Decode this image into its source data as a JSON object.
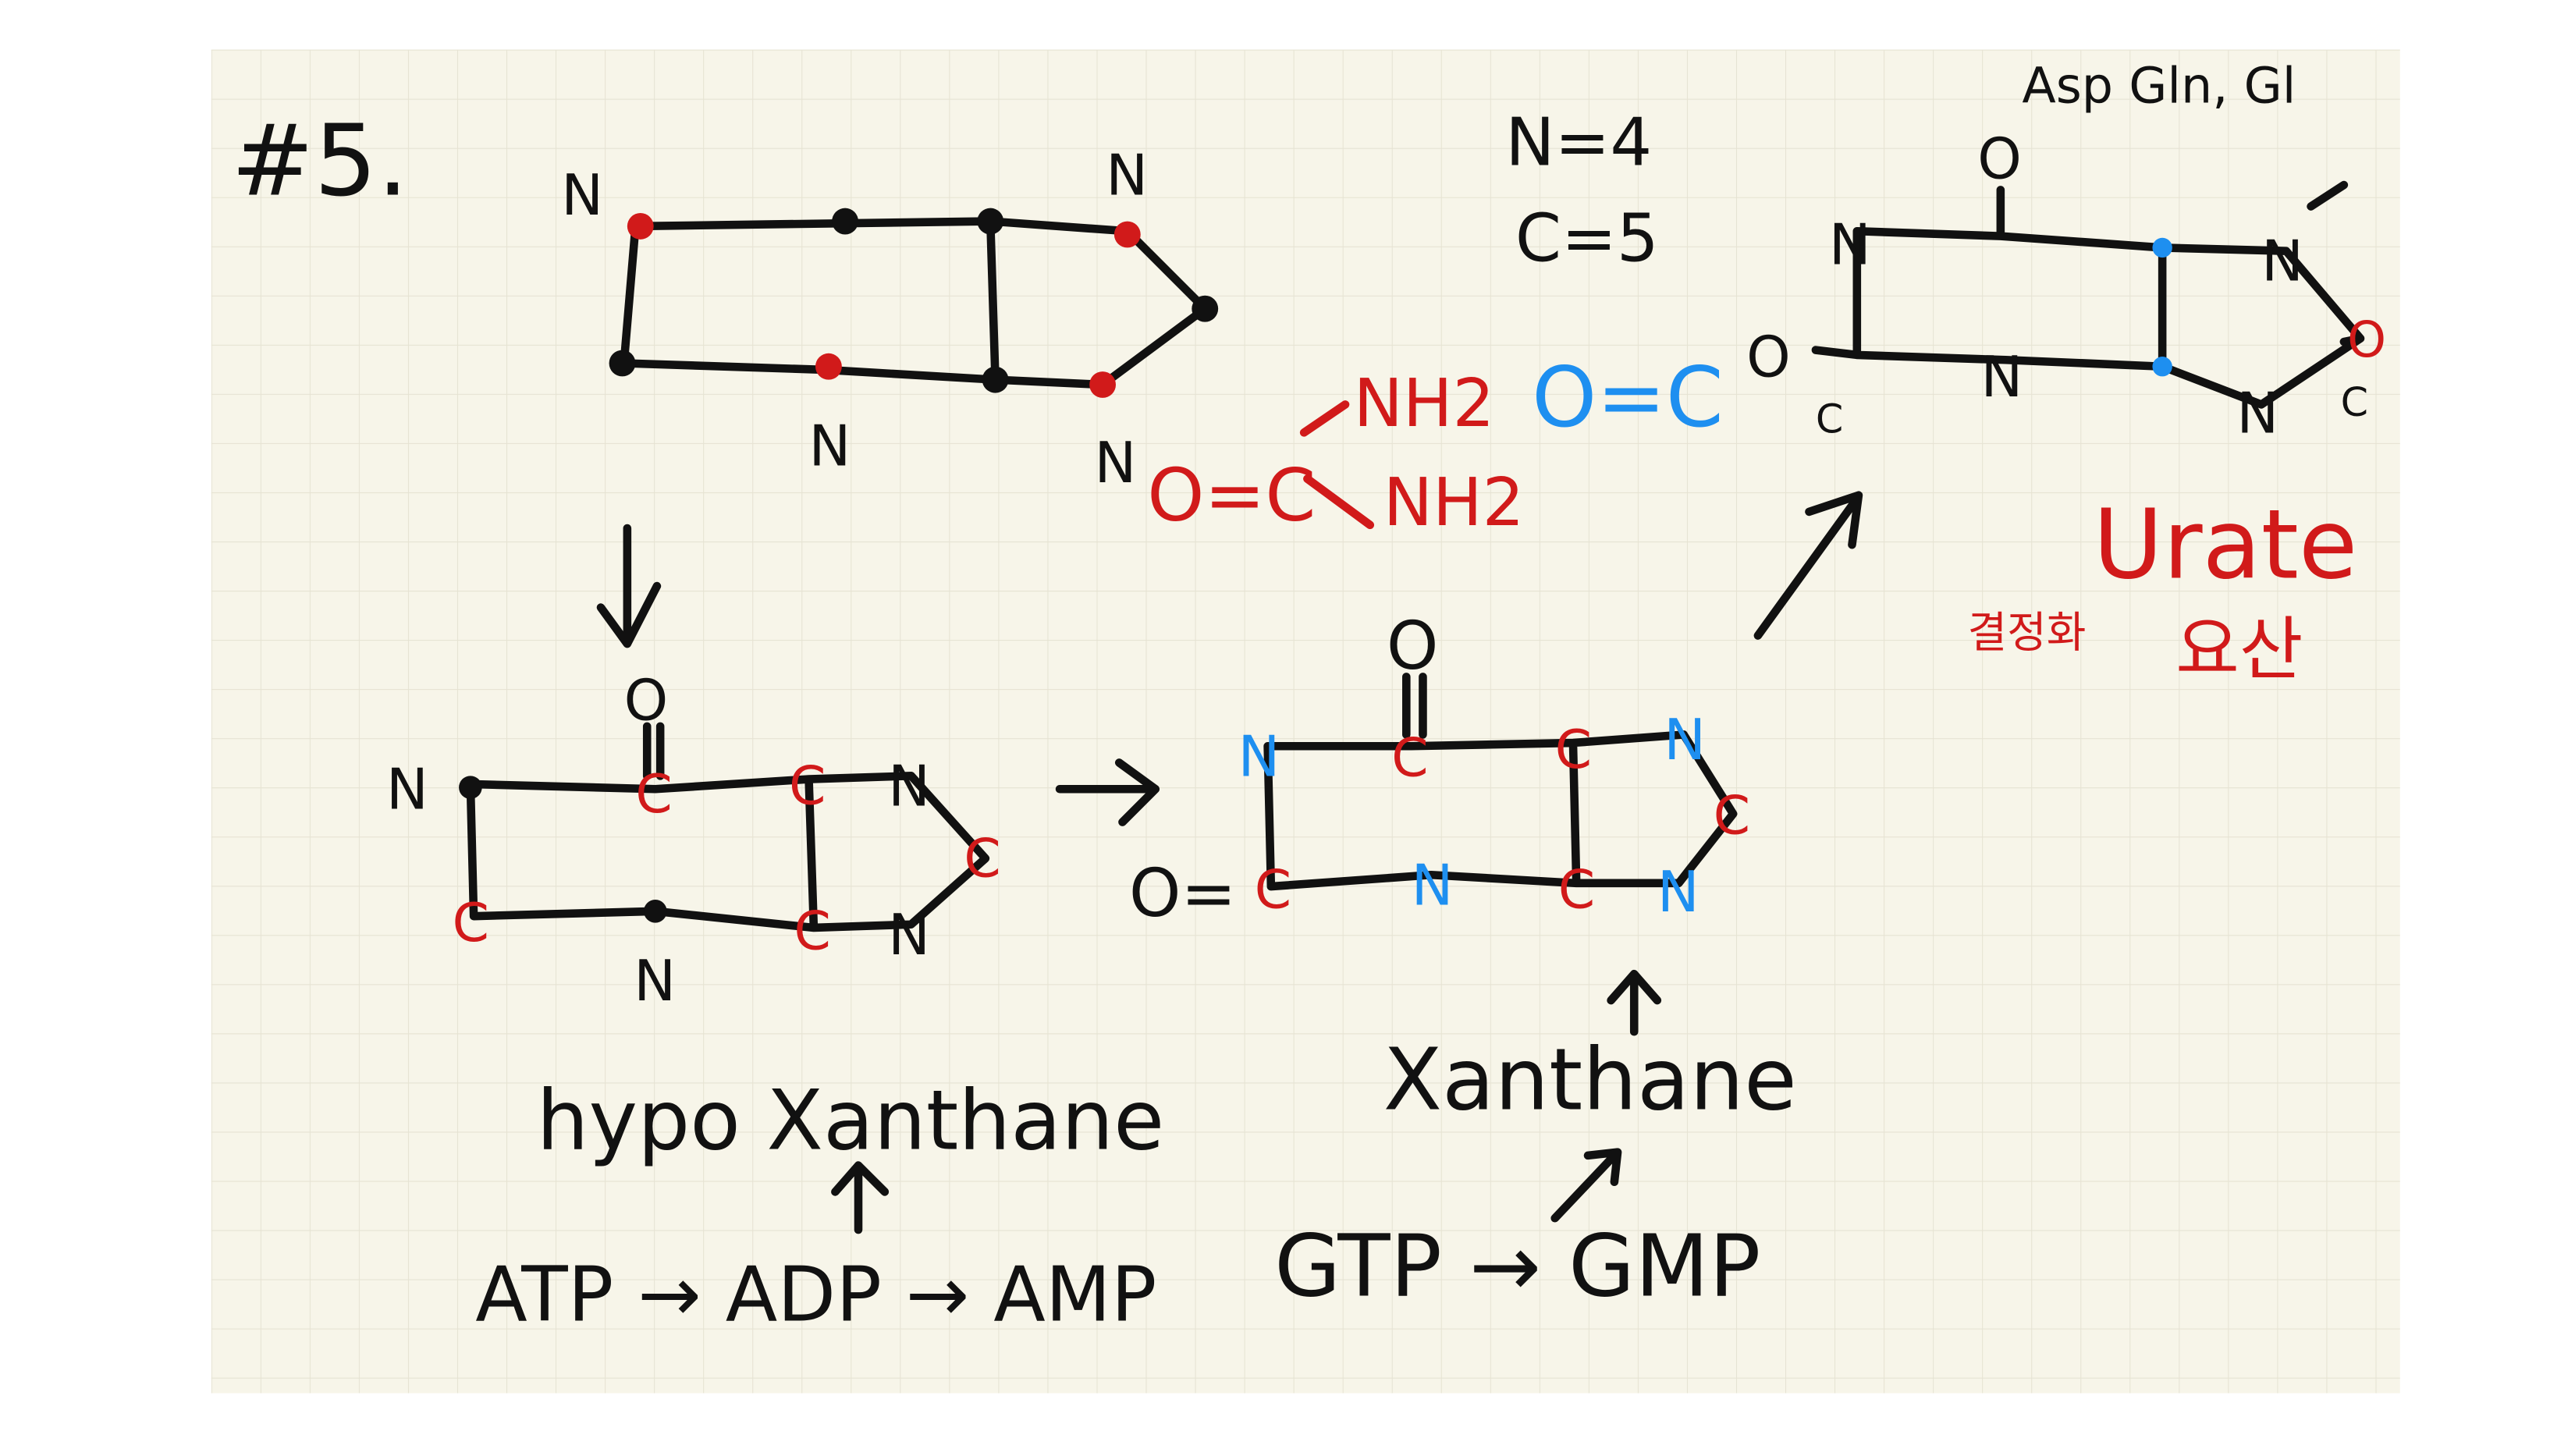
{
  "title": "#5.",
  "counts": {
    "n": "N=4",
    "c": "C=5"
  },
  "colors": {
    "paper": "#f7f5e9",
    "grid": "#e6e3d3",
    "ink": "#111111",
    "red": "#d11a1a",
    "blue": "#1e8ff0"
  },
  "purine": {
    "labels": [
      "N",
      "N",
      "N",
      "N"
    ]
  },
  "urea": {
    "oc": "O=C",
    "nh2_top": "NH2",
    "nh2_bottom": "NH2"
  },
  "co2": "O=C",
  "uric_acid": {
    "sources": "Asp  Gln, Gl",
    "atoms": {
      "o_top": "O",
      "n1": "N",
      "n7": "N",
      "o_left": "O",
      "c_left": "C",
      "n3": "N",
      "c_right": "C",
      "o_right": "O",
      "n9": "N"
    },
    "name": "Urate",
    "note_korean_left": "결정화",
    "note_korean_right": "요산"
  },
  "hypoxanthine": {
    "atoms": {
      "o": "O",
      "n1": "N",
      "n3": "N",
      "n7": "N",
      "n9": "N",
      "c2": "C",
      "c4": "C",
      "c5": "C",
      "c6": "C",
      "c8": "C"
    },
    "name": "hypo Xanthane",
    "pathway": "ATP → ADP → AMP"
  },
  "xanthine": {
    "atoms": {
      "o_top": "O",
      "o_left": "O=",
      "n1": "N",
      "n3": "N",
      "n7": "N",
      "n9": "N",
      "c2": "C",
      "c4": "C",
      "c5": "C",
      "c6": "C",
      "c8": "C"
    },
    "name": "Xanthane",
    "pathway": "GTP → GMP"
  }
}
